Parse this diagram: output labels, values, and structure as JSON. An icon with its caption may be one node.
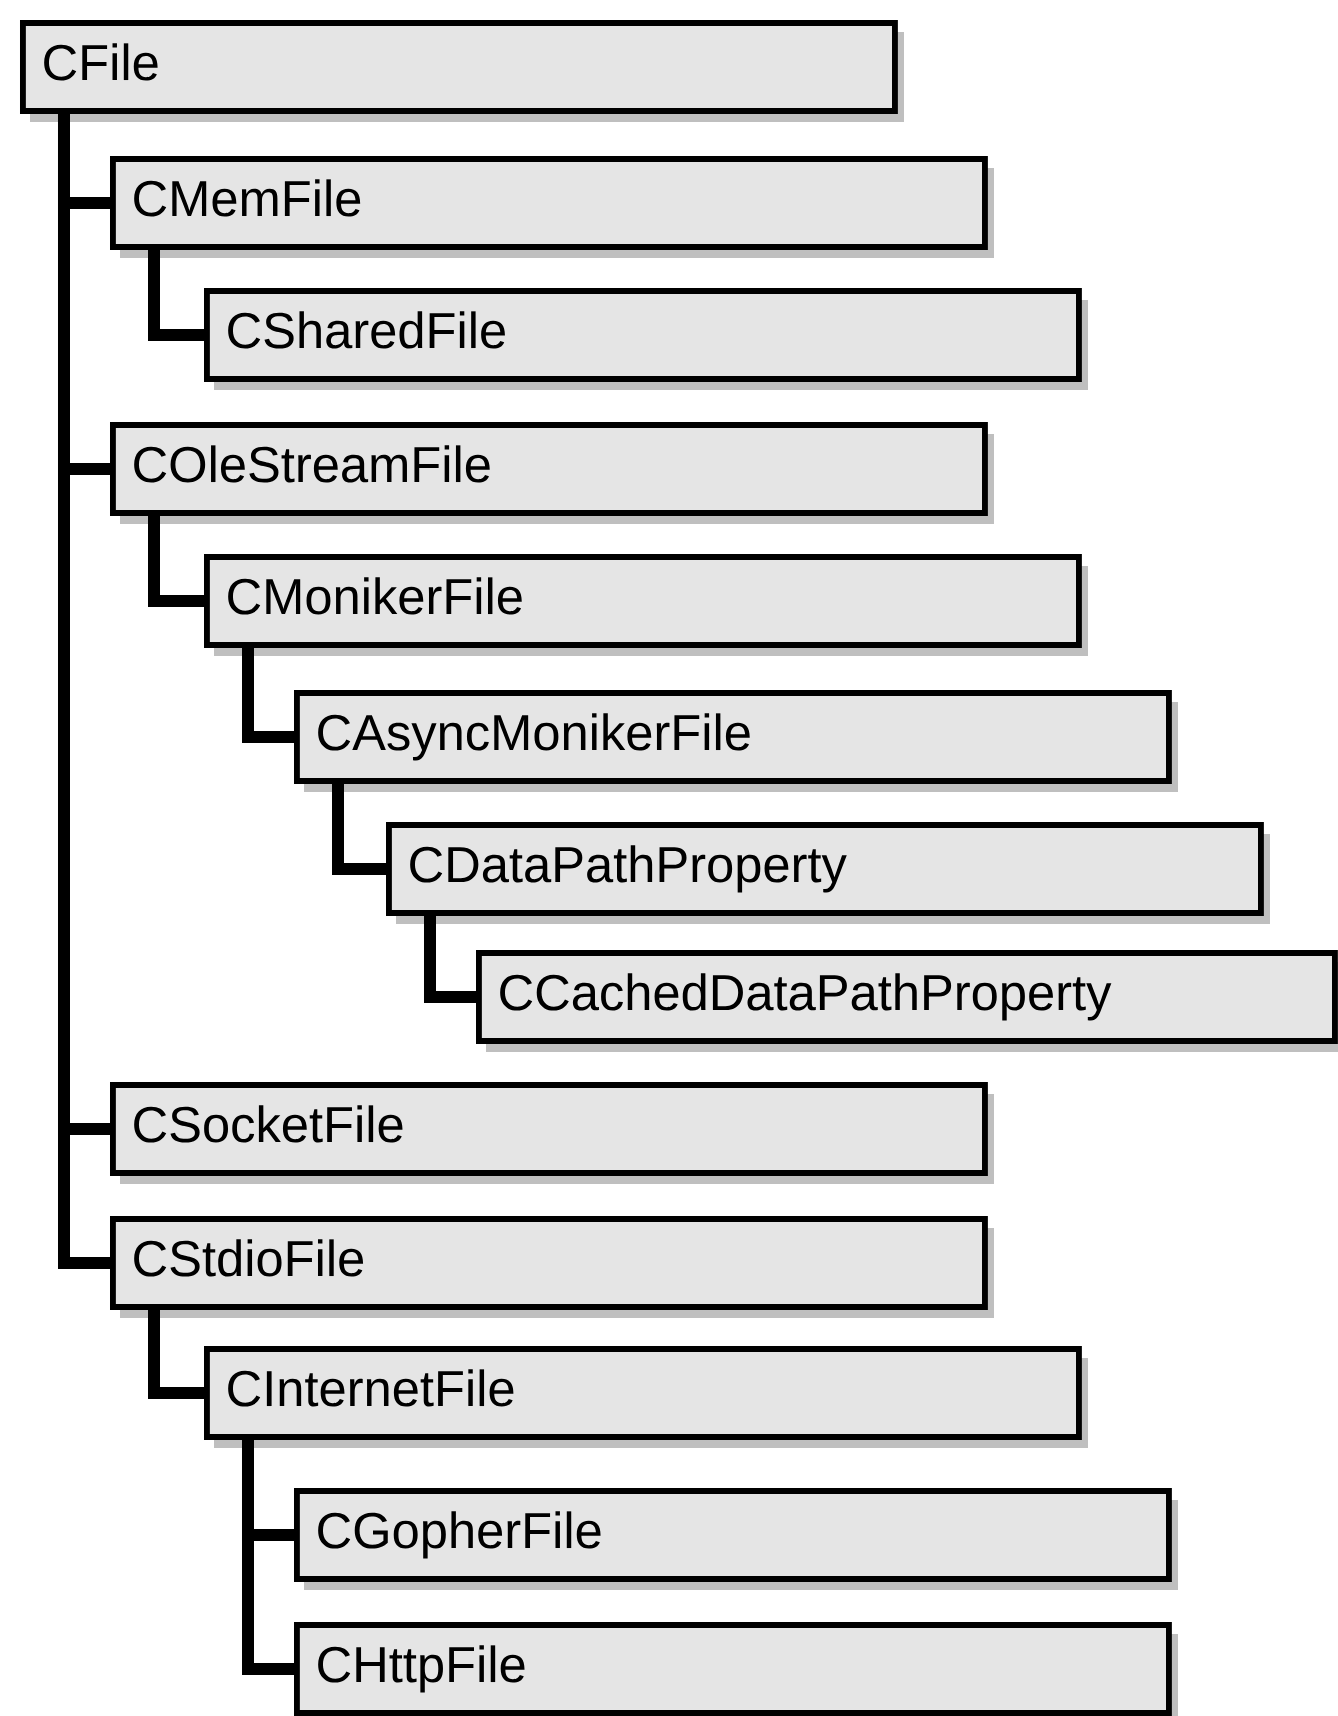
{
  "diagram": {
    "nodes": [
      {
        "text": [
          "CFile"
        ]
      },
      {
        "text": [
          "CMemFile"
        ]
      },
      {
        "text": [
          "CSharedFile"
        ]
      },
      {
        "text": [
          "COleStreamFile"
        ]
      },
      {
        "text": [
          "CMonikerFile"
        ]
      },
      {
        "text": [
          "CAsyncMonikerFile"
        ]
      },
      {
        "text": [
          "CDataPathProperty"
        ]
      },
      {
        "text": [
          "CCachedDataPathProperty"
        ]
      },
      {
        "text": [
          "CSocketFile"
        ]
      },
      {
        "text": [
          "CStdioFile"
        ]
      },
      {
        "text": [
          "CInternetFile"
        ]
      },
      {
        "text": [
          "CGopherFile"
        ]
      },
      {
        "text": [
          "CHttpFile"
        ]
      }
    ],
    "edges": [
      {
        "from": 0,
        "to": 1,
        "arrow": "none"
      },
      {
        "from": 1,
        "to": 2,
        "arrow": "none"
      },
      {
        "from": 0,
        "to": 3,
        "arrow": "none"
      },
      {
        "from": 3,
        "to": 4,
        "arrow": "none"
      },
      {
        "from": 4,
        "to": 5,
        "arrow": "none"
      },
      {
        "from": 5,
        "to": 6,
        "arrow": "none"
      },
      {
        "from": 6,
        "to": 7,
        "arrow": "none"
      },
      {
        "from": 0,
        "to": 8,
        "arrow": "none"
      },
      {
        "from": 0,
        "to": 9,
        "arrow": "none"
      },
      {
        "from": 9,
        "to": 10,
        "arrow": "none"
      },
      {
        "from": 10,
        "to": 11,
        "arrow": "none"
      },
      {
        "from": 10,
        "to": 12,
        "arrow": "none"
      }
    ]
  }
}
